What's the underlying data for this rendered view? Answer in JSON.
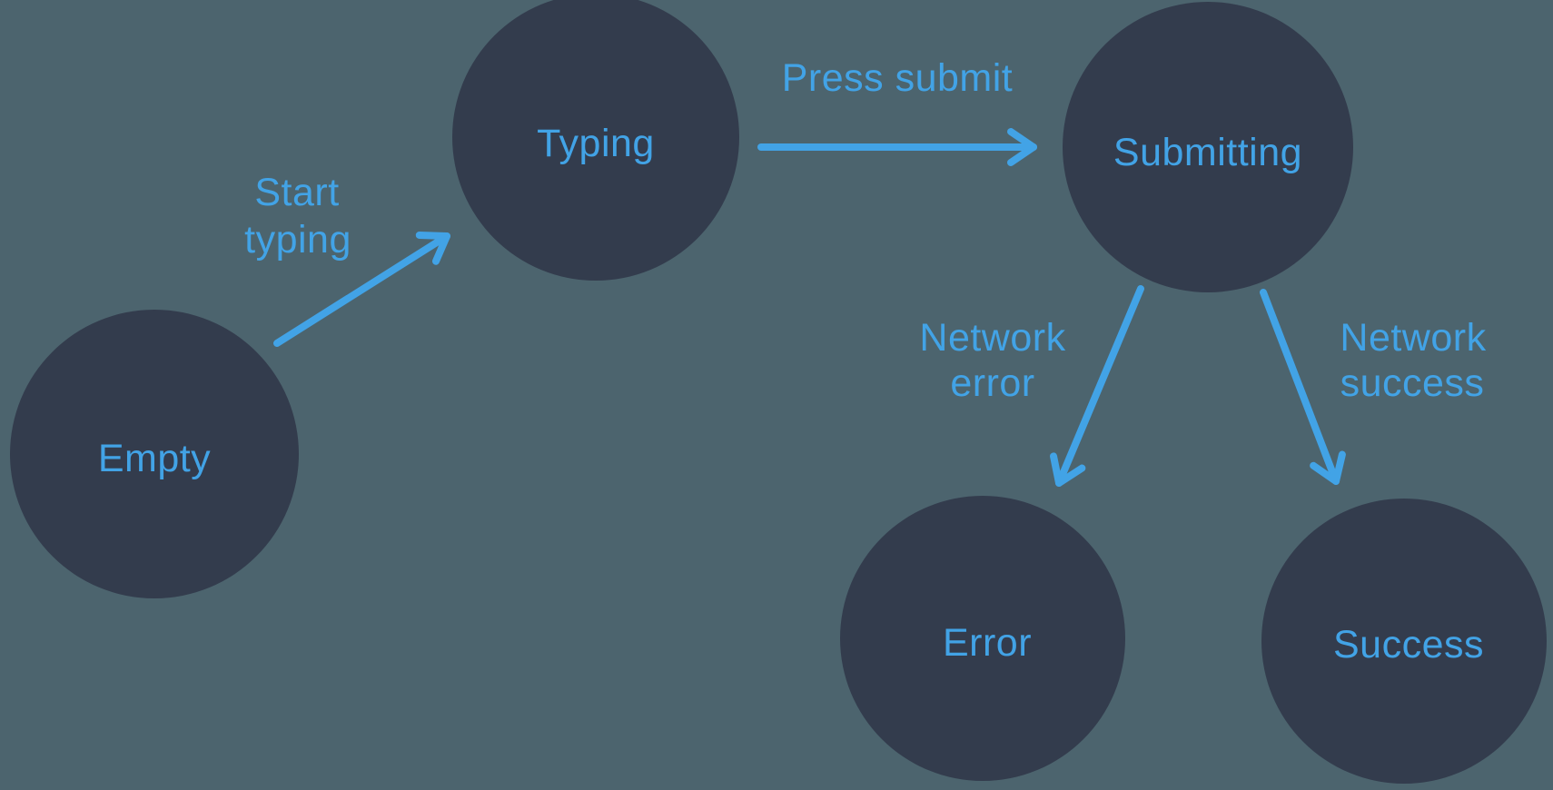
{
  "diagram": {
    "type": "state-machine",
    "colors": {
      "background": "#4c646e",
      "node_fill": "#333c4d",
      "accent_blue": "#42a3e6"
    },
    "nodes": [
      {
        "id": "empty",
        "label": "Empty"
      },
      {
        "id": "typing",
        "label": "Typing"
      },
      {
        "id": "submitting",
        "label": "Submitting"
      },
      {
        "id": "error",
        "label": "Error"
      },
      {
        "id": "success",
        "label": "Success"
      }
    ],
    "transitions": [
      {
        "id": "start-typing",
        "from": "Empty",
        "to": "Typing",
        "label": "Start typing",
        "label_lines": [
          "Start",
          "typing"
        ]
      },
      {
        "id": "press-submit",
        "from": "Typing",
        "to": "Submitting",
        "label": "Press submit",
        "label_lines": [
          "Press submit"
        ]
      },
      {
        "id": "network-error",
        "from": "Submitting",
        "to": "Error",
        "label": "Network error",
        "label_lines": [
          "Network",
          "error"
        ]
      },
      {
        "id": "network-success",
        "from": "Submitting",
        "to": "Success",
        "label": "Network success",
        "label_lines": [
          "Network",
          "success"
        ]
      }
    ]
  }
}
